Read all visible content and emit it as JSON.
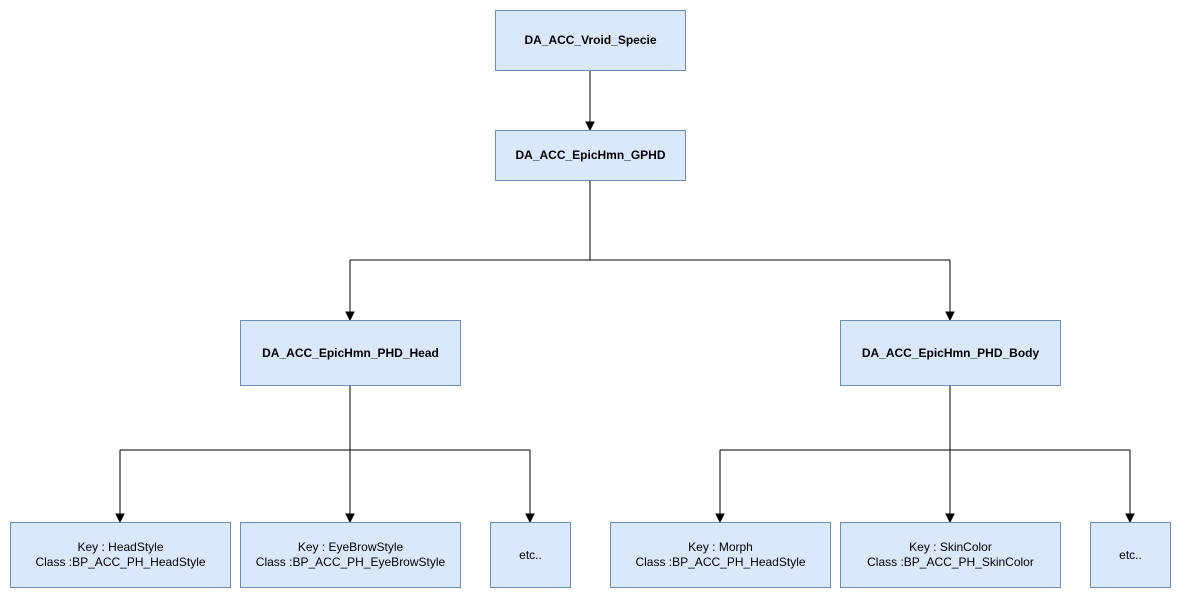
{
  "diagram": {
    "root": {
      "label": "DA_ACC_Vroid_Specie"
    },
    "gphd": {
      "label": "DA_ACC_EpicHmn_GPHD"
    },
    "head": {
      "label": "DA_ACC_EpicHmn_PHD_Head"
    },
    "body": {
      "label": "DA_ACC_EpicHmn_PHD_Body"
    },
    "head_children": [
      {
        "key": "Key : HeadStyle",
        "class": "Class :BP_ACC_PH_HeadStyle"
      },
      {
        "key": "Key : EyeBrowStyle",
        "class": "Class :BP_ACC_PH_EyeBrowStyle"
      },
      {
        "label": "etc.."
      }
    ],
    "body_children": [
      {
        "key": "Key : Morph",
        "class": "Class :BP_ACC_PH_HeadStyle"
      },
      {
        "key": "Key : SkinColor",
        "class": "Class :BP_ACC_PH_SkinColor"
      },
      {
        "label": "etc.."
      }
    ],
    "colors": {
      "node_fill": "#dae8fc",
      "node_border": "#6c8ebf",
      "edge": "#000000"
    }
  }
}
